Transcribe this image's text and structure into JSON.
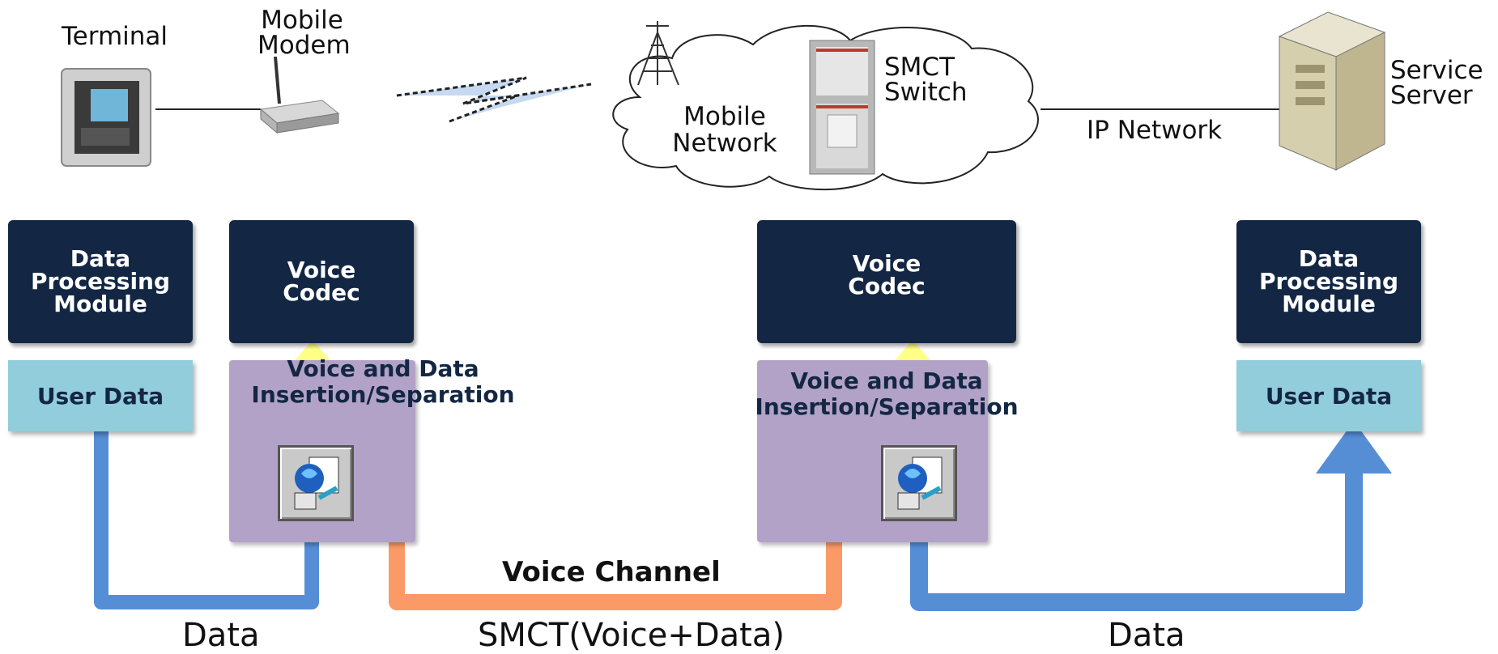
{
  "top": {
    "terminal": "Terminal",
    "mobile_modem": [
      "Mobile",
      "Modem"
    ],
    "mobile_network": [
      "Mobile",
      "Network"
    ],
    "smct_switch": [
      "SMCT",
      "Switch"
    ],
    "ip_network": "IP Network",
    "service_server": [
      "Service",
      "Server"
    ]
  },
  "blocks": {
    "left_dpm": [
      "Data",
      "Processing",
      "Module"
    ],
    "left_codec": [
      "Voice",
      "Codec"
    ],
    "right_codec": [
      "Voice",
      "Codec"
    ],
    "right_dpm": [
      "Data",
      "Processing",
      "Module"
    ],
    "left_user_data": "User Data",
    "right_user_data": "User Data",
    "left_insertion": [
      "Voice and Data",
      "Insertion/Separation"
    ],
    "right_insertion": [
      "Voice and Data",
      "Insertion/Separation"
    ]
  },
  "bottom": {
    "voice_channel": "Voice Channel",
    "data_left": "Data",
    "smct": "SMCT(Voice+Data)",
    "data_right": "Data"
  },
  "colors": {
    "navy": "#132744",
    "user_data": "#92cddc",
    "purple": "#b3a2c7",
    "blue_arrow": "#558ed5",
    "orange_arrow": "#fa9a66",
    "yellow_arrow": "#ffff88"
  }
}
